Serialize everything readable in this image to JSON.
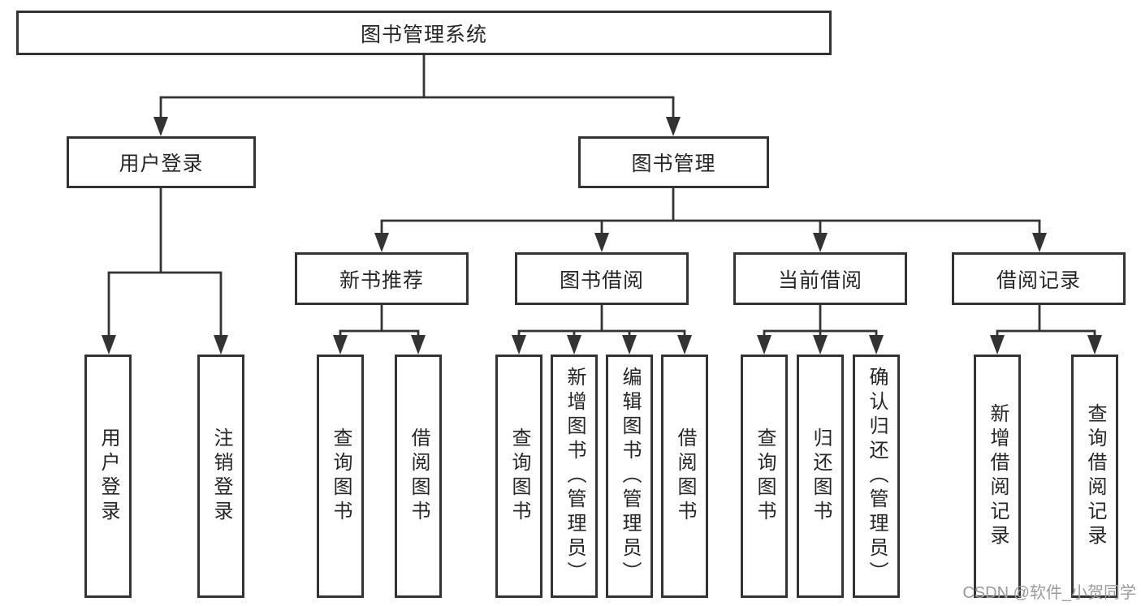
{
  "diagram": {
    "root": {
      "label": "图书管理系统"
    },
    "user_login": {
      "label": "用户登录",
      "children": [
        "用户登录",
        "注销登录"
      ]
    },
    "book_management": {
      "label": "图书管理",
      "sections": {
        "new_book_recommend": {
          "label": "新书推荐",
          "children": [
            "查询图书",
            "借阅图书"
          ]
        },
        "book_borrow": {
          "label": "图书借阅",
          "children": [
            "查询图书",
            "新增图书（管理员）",
            "编辑图书（管理员）",
            "借阅图书"
          ]
        },
        "current_borrow": {
          "label": "当前借阅",
          "children": [
            "查询图书",
            "归还图书",
            "确认归还（管理员）"
          ]
        },
        "borrow_record": {
          "label": "借阅记录",
          "children": [
            "新增借阅记录",
            "查询借阅记录"
          ]
        }
      }
    }
  },
  "watermark": "CSDN @软件_小贺同学",
  "colors": {
    "line": "#333333",
    "box_border": "#333333",
    "text": "#262626",
    "watermark": "#9b9b9b",
    "background": "#ffffff"
  }
}
